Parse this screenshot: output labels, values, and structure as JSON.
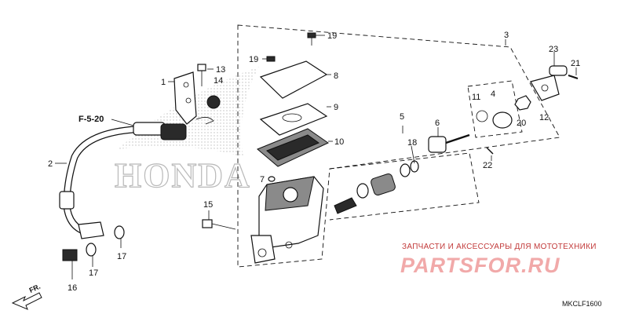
{
  "callouts": {
    "c1": "1",
    "c2": "2",
    "c3": "3",
    "c4": "4",
    "c5": "5",
    "c6": "6",
    "c7": "7",
    "c8": "8",
    "c9": "9",
    "c10": "10",
    "c11": "11",
    "c12": "12",
    "c13": "13",
    "c14": "14",
    "c15": "15",
    "c16": "16",
    "c17a": "17",
    "c17b": "17",
    "c18": "18",
    "c19a": "19",
    "c19b": "19",
    "c20": "20",
    "c21": "21",
    "c22": "22",
    "c23": "23"
  },
  "reference_label": "F-5-20",
  "direction_label": "FR.",
  "brand_watermark": "HONDA",
  "watermark": {
    "tagline": "ЗАПЧАСТИ И АКСЕССУАРЫ ДЛЯ МОТОТЕХНИКИ",
    "site": "PARTSFOR.RU"
  },
  "diagram_code": "MKCLF1600",
  "colors": {
    "line": "#111111",
    "watermark_red": "#c23a3a",
    "watermark_pink": "#f1a9a9",
    "brand_grey": "#b9b9b9"
  }
}
